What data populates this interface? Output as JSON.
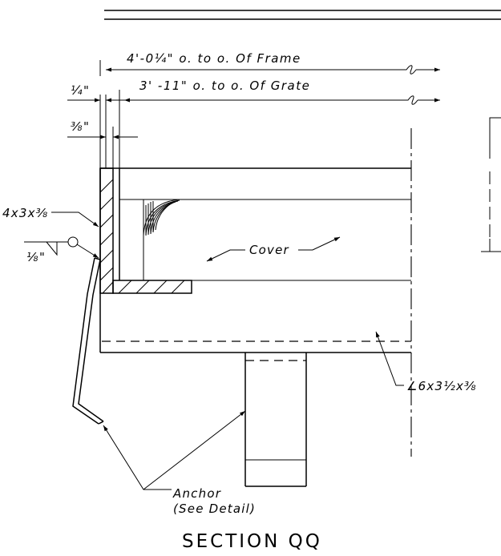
{
  "dimensions": {
    "frame": "4'-0¼\" o. to o. Of Frame",
    "grate": "3' -11\" o. to o. Of Grate",
    "quarter": "¼\"",
    "three_eighths": "⅜\""
  },
  "labels": {
    "angle_left": "4x3x⅜",
    "weld": "⅛\"",
    "cover": "Cover",
    "angle_right": "∠6x3½x⅜",
    "anchor_line1": "Anchor",
    "anchor_line2": "(See Detail)"
  },
  "title": "SECTION QQ"
}
